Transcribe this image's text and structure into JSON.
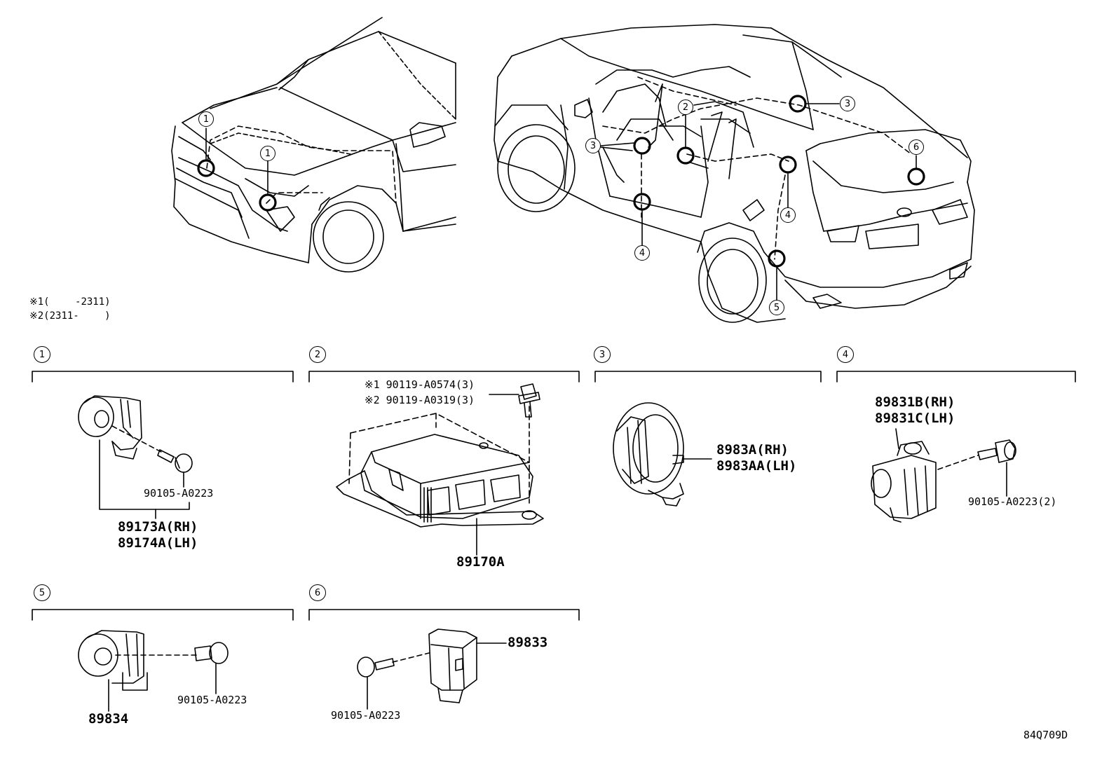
{
  "notes": {
    "note1": "※1(　　 -2311)",
    "note2": "※2(2311-　　 )"
  },
  "sections": [
    {
      "num": "1"
    },
    {
      "num": "2"
    },
    {
      "num": "3"
    },
    {
      "num": "4"
    },
    {
      "num": "5"
    },
    {
      "num": "6"
    }
  ],
  "callouts": {
    "c1a": "1",
    "c1b": "1",
    "c2": "2",
    "c3a": "3",
    "c3b": "3",
    "c4a": "4",
    "c4b": "4",
    "c5": "5",
    "c6": "6"
  },
  "parts": {
    "s1_bolt": "90105-A0223",
    "s1_rh": "89173A(RH)",
    "s1_lh": "89174A(LH)",
    "s2_bolt1": "※1 90119-A0574(3)",
    "s2_bolt2": "※2 90119-A0319(3)",
    "s2_ecu": "89170A",
    "s3_rh": "8983A(RH)",
    "s3_lh": "8983AA(LH)",
    "s4_rh": "89831B(RH)",
    "s4_lh": "89831C(LH)",
    "s4_bolt": "90105-A0223(2)",
    "s5_sensor": "89834",
    "s5_bolt": "90105-A0223",
    "s6_sensor": "89833",
    "s6_bolt": "90105-A0223"
  },
  "diagram_code": "84Q709D"
}
